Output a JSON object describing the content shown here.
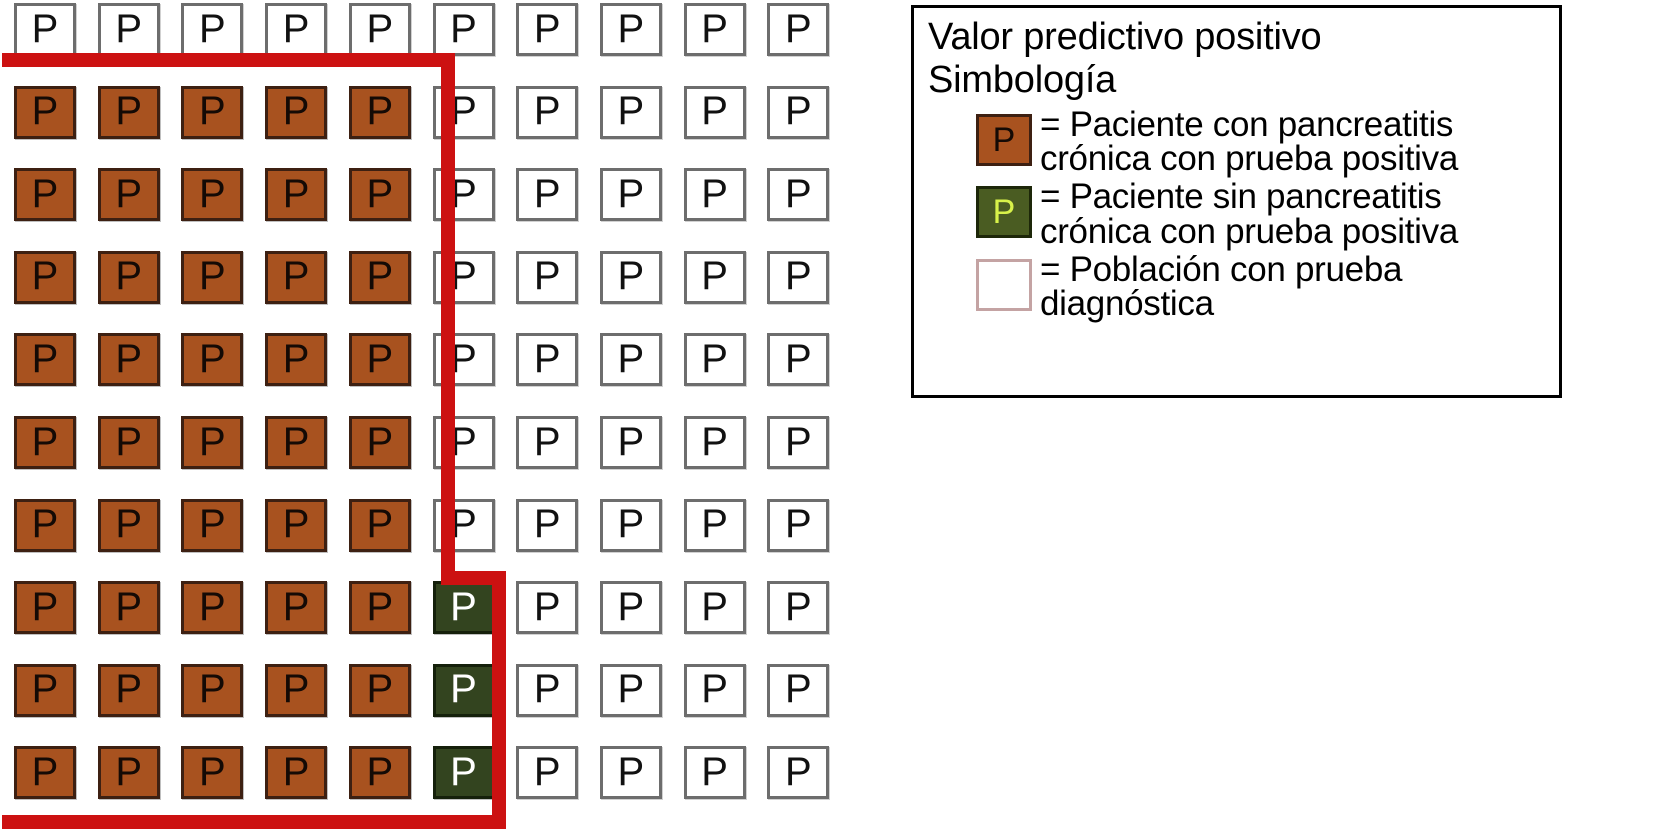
{
  "legend": {
    "title": "Valor predictivo positivo",
    "subtitle": "Simbología",
    "items": [
      {
        "swatch_label": "P",
        "swatch_kind": "true-positive",
        "swatch_fill": "#a8521f",
        "swatch_text_color": "#140a05",
        "line1": "= Paciente con pancreatitis",
        "line2": "crónica con prueba positiva"
      },
      {
        "swatch_label": "P",
        "swatch_kind": "false-positive",
        "swatch_fill": "#4a5c22",
        "swatch_text_color": "#d8f24a",
        "line1": "= Paciente sin pancreatitis",
        "line2": "crónica con prueba positiva"
      },
      {
        "swatch_label": "",
        "swatch_kind": "population",
        "swatch_fill": "#ffffff",
        "swatch_text_color": "#ffffff",
        "line1": "= Población con prueba",
        "line2": "diagnóstica"
      }
    ]
  },
  "grid": {
    "symbol": "P",
    "columns": 10,
    "rows": 10,
    "legend_colors": {
      "true_positive": "#a8521f",
      "false_positive": "#33441f",
      "population": "#ffffff",
      "highlight_outline": "#cc1111"
    },
    "counts": {
      "true_positive": 45,
      "false_positive": 3,
      "population": 52
    },
    "cells": [
      [
        "pop",
        "pop",
        "pop",
        "pop",
        "pop",
        "pop",
        "pop",
        "pop",
        "pop",
        "pop"
      ],
      [
        "tp",
        "tp",
        "tp",
        "tp",
        "tp",
        "pop",
        "pop",
        "pop",
        "pop",
        "pop"
      ],
      [
        "tp",
        "tp",
        "tp",
        "tp",
        "tp",
        "pop",
        "pop",
        "pop",
        "pop",
        "pop"
      ],
      [
        "tp",
        "tp",
        "tp",
        "tp",
        "tp",
        "pop",
        "pop",
        "pop",
        "pop",
        "pop"
      ],
      [
        "tp",
        "tp",
        "tp",
        "tp",
        "tp",
        "pop",
        "pop",
        "pop",
        "pop",
        "pop"
      ],
      [
        "tp",
        "tp",
        "tp",
        "tp",
        "tp",
        "pop",
        "pop",
        "pop",
        "pop",
        "pop"
      ],
      [
        "tp",
        "tp",
        "tp",
        "tp",
        "tp",
        "pop",
        "pop",
        "pop",
        "pop",
        "pop"
      ],
      [
        "tp",
        "tp",
        "tp",
        "tp",
        "tp",
        "fp",
        "pop",
        "pop",
        "pop",
        "pop"
      ],
      [
        "tp",
        "tp",
        "tp",
        "tp",
        "tp",
        "fp",
        "pop",
        "pop",
        "pop",
        "pop"
      ],
      [
        "tp",
        "tp",
        "tp",
        "tp",
        "tp",
        "fp",
        "pop",
        "pop",
        "pop",
        "pop"
      ]
    ]
  }
}
